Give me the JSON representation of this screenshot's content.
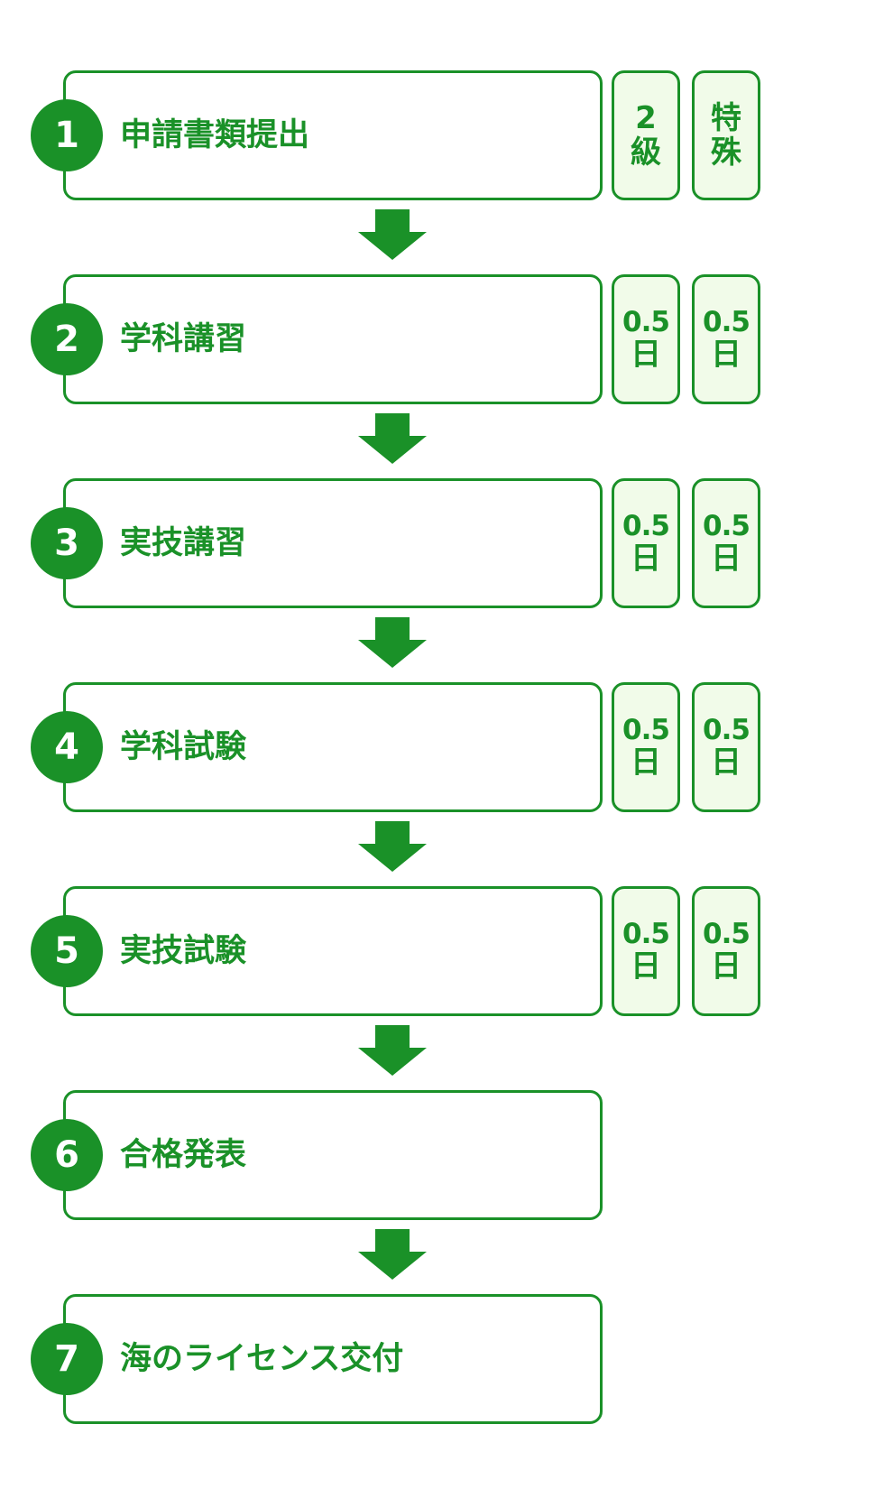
{
  "flow": {
    "steps": [
      {
        "number": "1",
        "label": "申請書類提出"
      },
      {
        "number": "2",
        "label": "学科講習"
      },
      {
        "number": "3",
        "label": "実技講習"
      },
      {
        "number": "4",
        "label": "学科試験"
      },
      {
        "number": "5",
        "label": "実技試験"
      },
      {
        "number": "6",
        "label": "合格発表"
      },
      {
        "number": "7",
        "label": "海のライセンス交付"
      }
    ]
  },
  "columns": [
    {
      "top": "2",
      "bottom": "級"
    },
    {
      "top": "特",
      "bottom": "殊"
    }
  ],
  "durations": [
    {
      "first": {
        "value": "0.5",
        "unit": "日"
      },
      "second": {
        "value": "0.5",
        "unit": "日"
      }
    },
    {
      "first": {
        "value": "0.5",
        "unit": "日"
      },
      "second": {
        "value": "0.5",
        "unit": "日"
      }
    },
    {
      "first": {
        "value": "0.5",
        "unit": "日"
      },
      "second": {
        "value": "0.5",
        "unit": "日"
      }
    },
    {
      "first": {
        "value": "0.5",
        "unit": "日"
      },
      "second": {
        "value": "0.5",
        "unit": "日"
      }
    }
  ],
  "colors": {
    "accent": "#1a9128",
    "tag_background": "#f1fbe9",
    "background": "#ffffff"
  }
}
